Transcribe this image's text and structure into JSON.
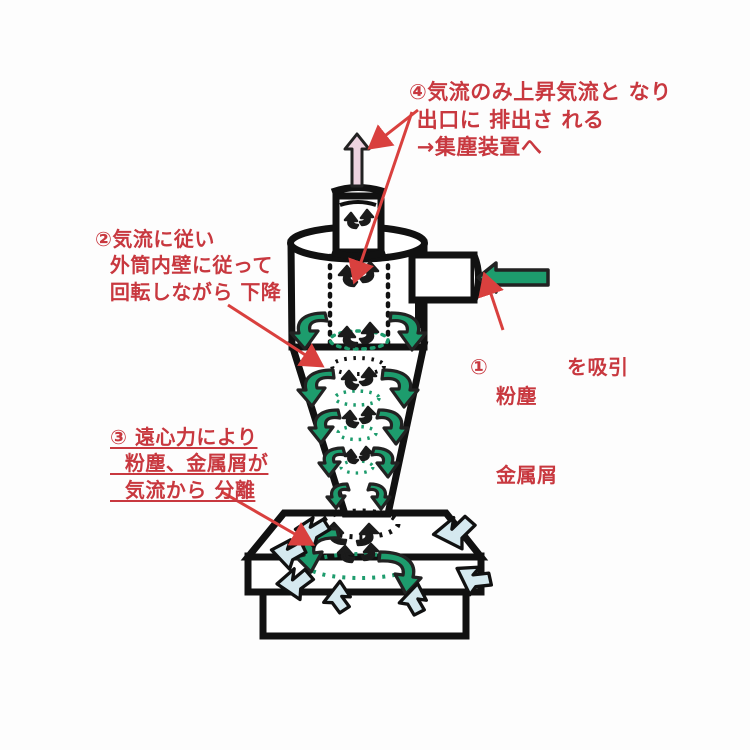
{
  "diagram": {
    "title_semantic": "cyclone-dust-collector-airflow-diagram",
    "annotations": {
      "step1": {
        "marker": "①",
        "line1": "粉塵",
        "line2": "金属屑",
        "suffix": "を吸引"
      },
      "step2": {
        "marker": "②",
        "lines": [
          "②気流に従い",
          "  外筒内壁に従って",
          "  回転しながら 下降"
        ],
        "text": "②気流に従い\n  外筒内壁に従って\n  回転しながら 下降"
      },
      "step3": {
        "marker": "③",
        "lines": [
          "③ 遠心力により",
          "  粉塵、金属屑が",
          "  気流から 分離"
        ],
        "text": "③ 遠心力により\n  粉塵、金属屑が\n  気流から 分離"
      },
      "step4": {
        "marker": "④",
        "lines": [
          "④気流のみ上昇気流と なり",
          " 出口に 排出さ れる",
          " →集塵装置へ"
        ],
        "text": "④気流のみ上昇気流と なり\n 出口に 排出さ れる\n →集塵装置へ"
      }
    },
    "colors": {
      "annotation_text": "#c8383f",
      "pointer_arrow": "#d9403e",
      "airflow_green": "#1d9c6d",
      "outlet_arrow_pink": "#eed3e0",
      "dust_arrow_blue": "#d5e9ef",
      "outline_black": "#111111",
      "background": "#fdfdfd"
    },
    "parts": {
      "outlet_pipe": "outlet-pipe",
      "cylinder_body": "cyclone-cylinder",
      "cone_body": "cyclone-cone",
      "inlet_pipe": "tangential-inlet-pipe",
      "hopper_trapezoid": "collection-hopper-top",
      "hopper_box_upper": "collection-hopper-middle",
      "hopper_box_lower": "collection-hopper-base"
    }
  }
}
